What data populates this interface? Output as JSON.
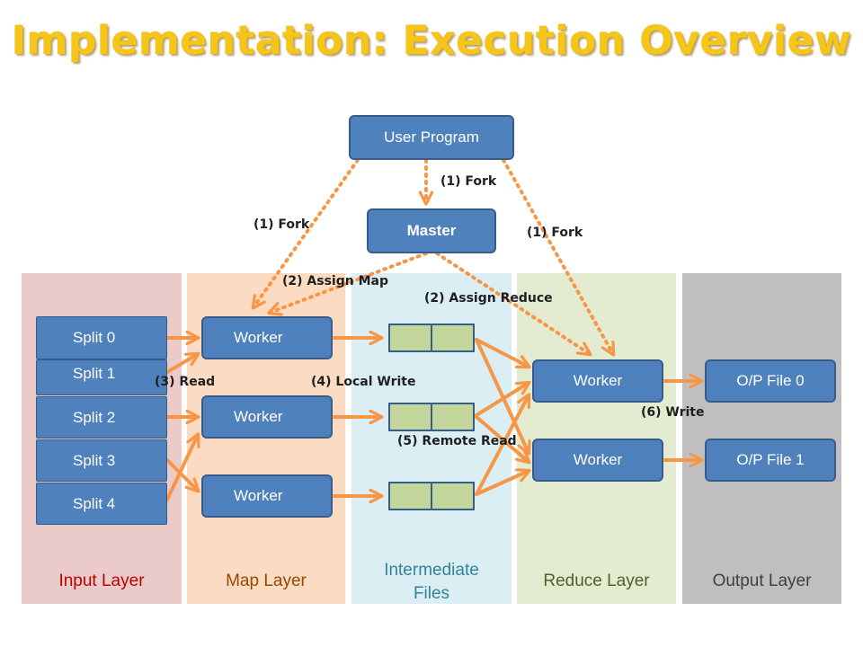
{
  "title": "Implementation: Execution Overview",
  "nodes": {
    "user_program": "User Program",
    "master": "Master",
    "map_workers": [
      "Worker",
      "Worker",
      "Worker"
    ],
    "reduce_workers": [
      "Worker",
      "Worker"
    ],
    "splits": [
      "Split 0",
      "Split 1",
      "Split 2",
      "Split 3",
      "Split 4"
    ],
    "output_files": [
      "O/P File 0",
      "O/P File 1"
    ]
  },
  "layers": {
    "input": "Input Layer",
    "map": "Map Layer",
    "intermediate": "Intermediate Files",
    "reduce": "Reduce Layer",
    "output": "Output Layer"
  },
  "edge_labels": {
    "fork_left": "(1) Fork",
    "fork_center": "(1) Fork",
    "fork_right": "(1) Fork",
    "assign_map": "(2) Assign Map",
    "assign_reduce": "(2) Assign Reduce",
    "read": "(3) Read",
    "local_write": "(4) Local Write",
    "remote_read": "(5) Remote Read",
    "write": "(6) Write"
  },
  "colors": {
    "title": "#f5c518",
    "node_fill": "#4f81bd",
    "node_border": "#385d8a",
    "arrow": "#f79646",
    "intermediate_cell": "#c3d69b",
    "input_layer_bg": "#ebcaca",
    "map_layer_bg": "#fbdcc3",
    "intermediate_layer_bg": "#daeef3",
    "reduce_layer_bg": "#e3ebd0",
    "output_layer_bg": "#bfbfbf",
    "input_label": "#c00000",
    "map_label": "#974806",
    "intermediate_label": "#31849b",
    "reduce_label": "#4f6228",
    "output_label": "#404040"
  }
}
